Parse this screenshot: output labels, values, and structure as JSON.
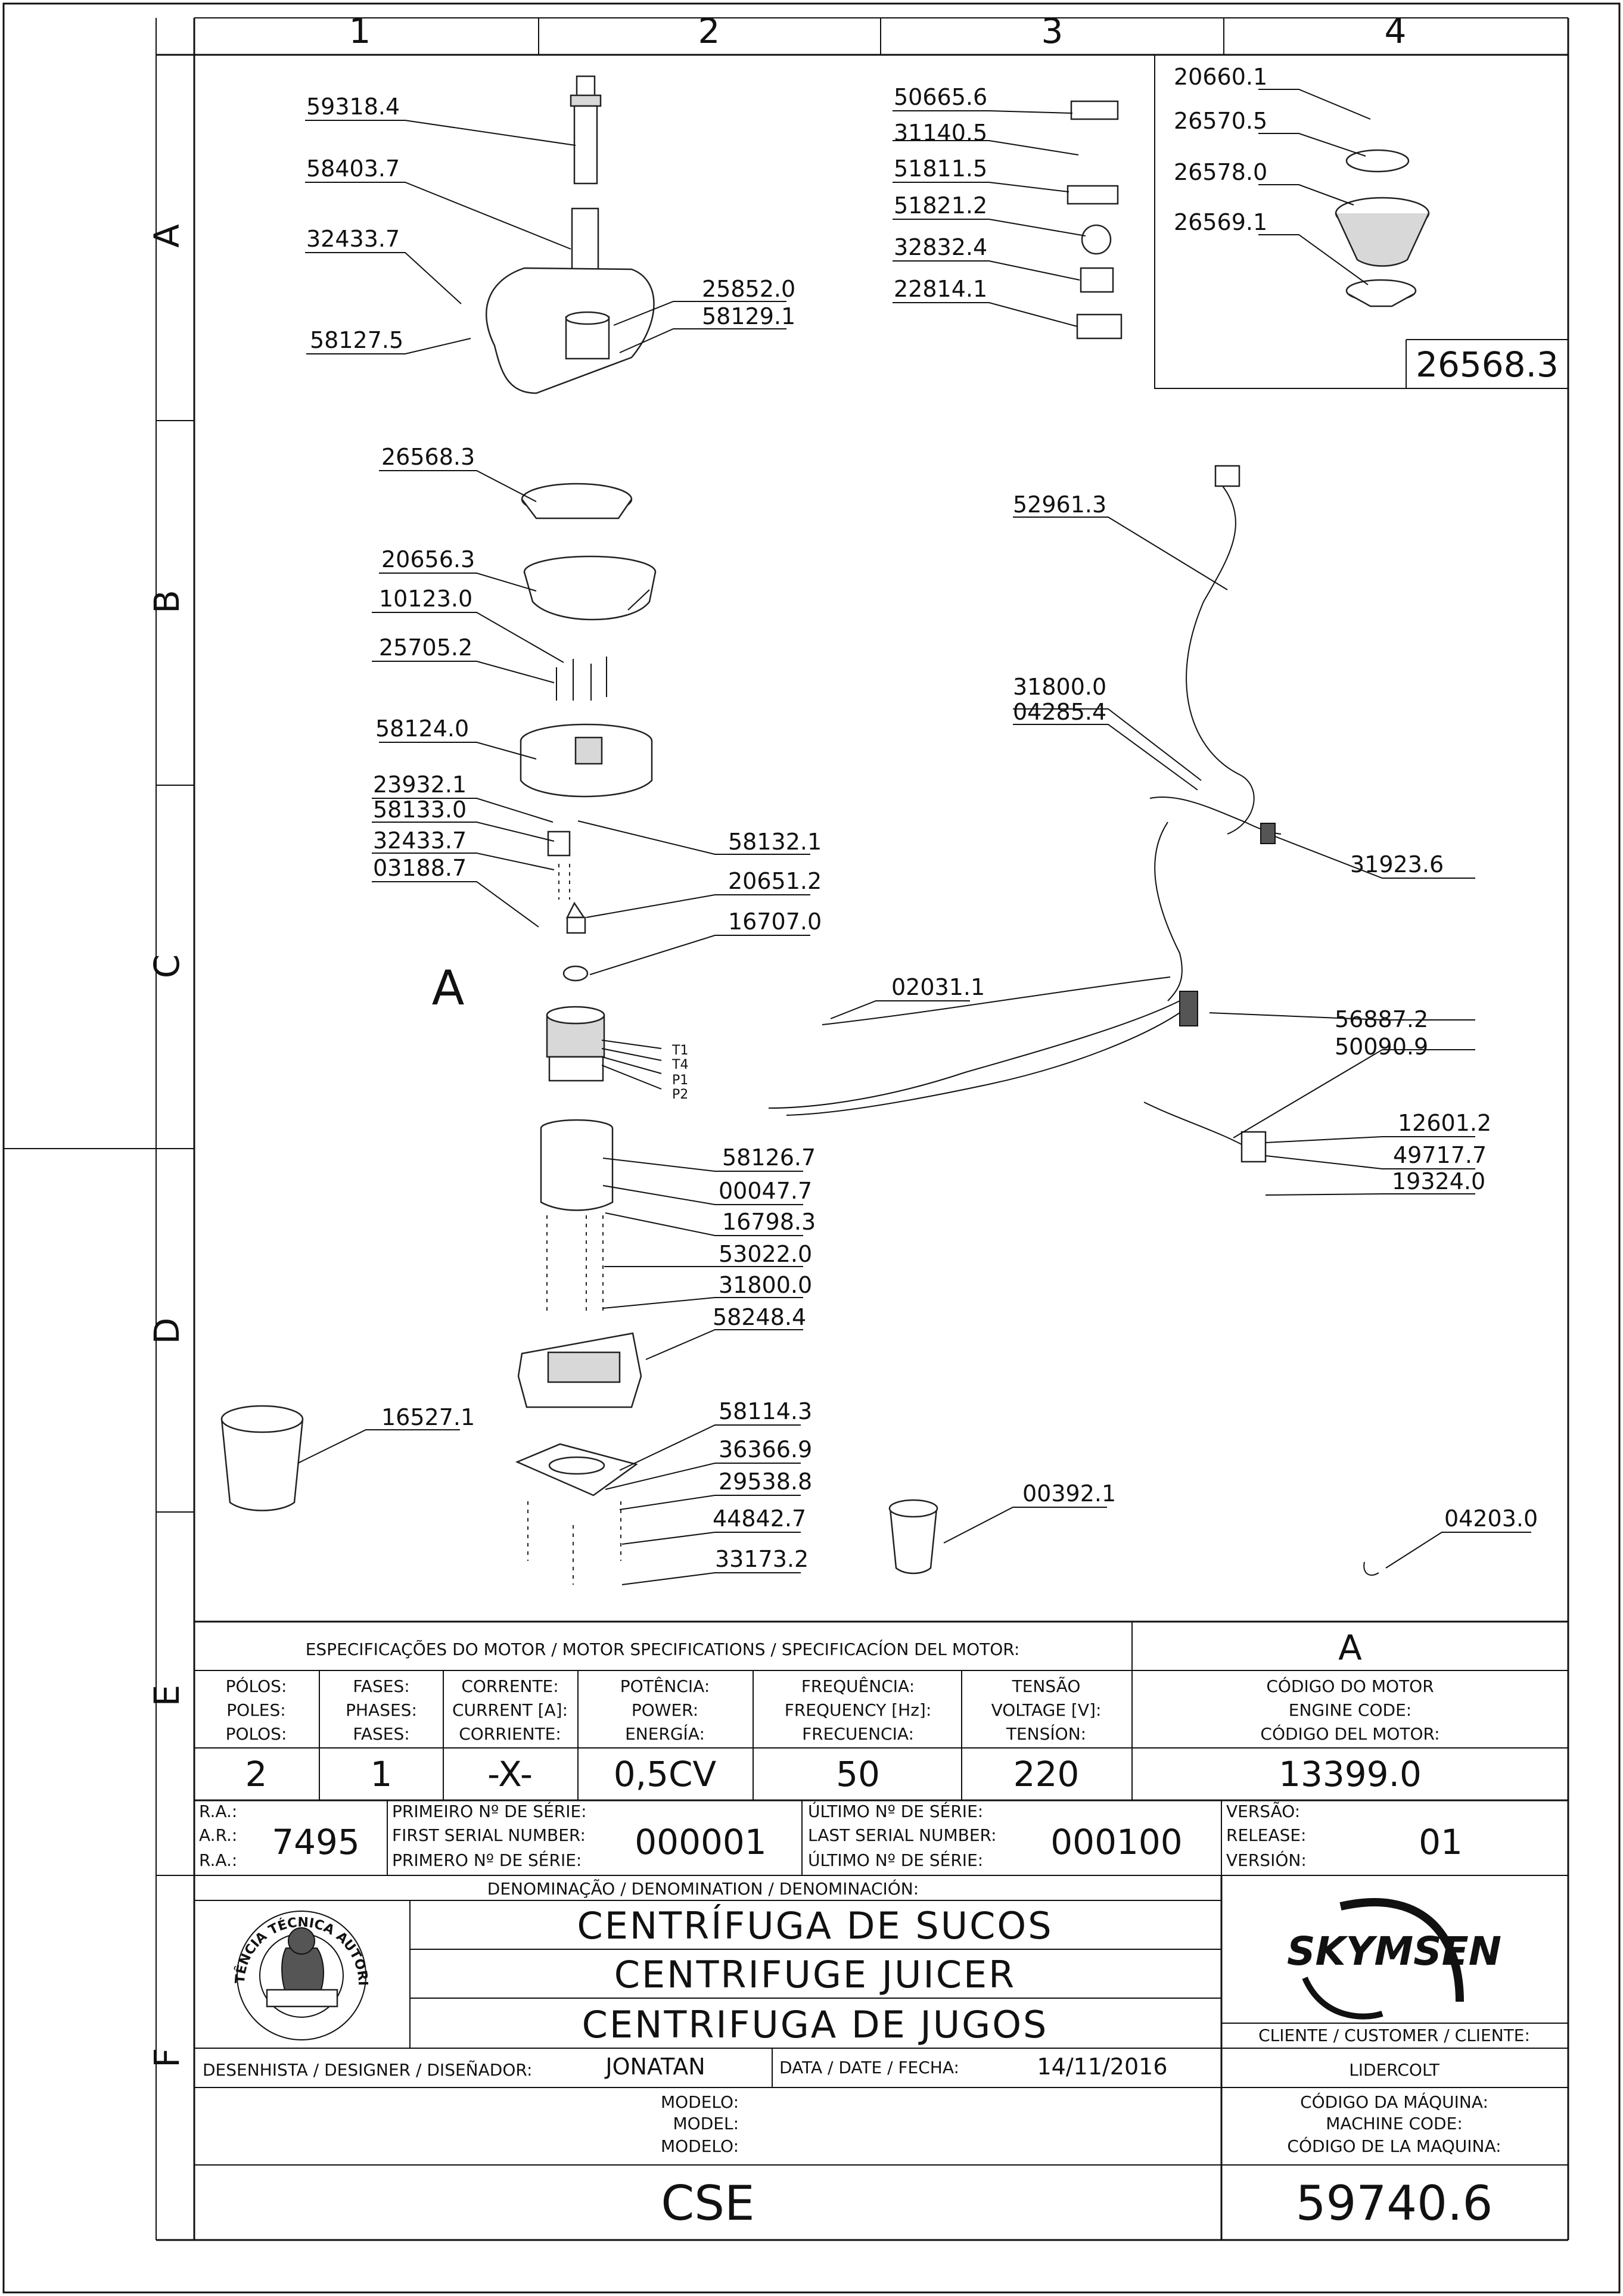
{
  "grid": {
    "columns": [
      "1",
      "2",
      "3",
      "4"
    ],
    "rows": [
      "A",
      "B",
      "C",
      "D",
      "E",
      "F"
    ]
  },
  "parts": [
    "59318.4",
    "58403.7",
    "32433.7",
    "58127.5",
    "25852.0",
    "58129.1",
    "26568.3",
    "20656.3",
    "10123.0",
    "25705.2",
    "58124.0",
    "23932.1",
    "58133.0",
    "32433.7",
    "03188.7",
    "58132.1",
    "20651.2",
    "16707.0",
    "58126.7",
    "00047.7",
    "16798.3",
    "53022.0",
    "31800.0",
    "58248.4",
    "16527.1",
    "58114.3",
    "36366.9",
    "29538.8",
    "44842.7",
    "33173.2",
    "00392.1",
    "04203.0",
    "50665.6",
    "31140.5",
    "51811.5",
    "51821.2",
    "32832.4",
    "22814.1",
    "52961.3",
    "31800.0",
    "04285.4",
    "31923.6",
    "02031.1",
    "56887.2",
    "50090.9",
    "12601.2",
    "49717.7",
    "19324.0",
    "20660.1",
    "26570.5",
    "26578.0",
    "26569.1"
  ],
  "detail": {
    "assembly_code": "26568.3",
    "callout_letter": "A"
  },
  "wires": [
    "T1",
    "T4",
    "P1",
    "P2"
  ],
  "motor_spec": {
    "title": "ESPECIFICAÇÕES DO MOTOR / MOTOR SPECIFICATIONS / SPECIFICACÍON DEL MOTOR:",
    "ref": "A",
    "columns": [
      {
        "pt": "PÓLOS:",
        "en": "POLES:",
        "es": "POLOS:",
        "value": "2"
      },
      {
        "pt": "FASES:",
        "en": "PHASES:",
        "es": "FASES:",
        "value": "1"
      },
      {
        "pt": "CORRENTE:",
        "en": "CURRENT [A]:",
        "es": "CORRIENTE:",
        "value": "-X-"
      },
      {
        "pt": "POTÊNCIA:",
        "en": "POWER:",
        "es": "ENERGÍA:",
        "value": "0,5CV"
      },
      {
        "pt": "FREQUÊNCIA:",
        "en": "FREQUENCY [Hz]:",
        "es": "FRECUENCIA:",
        "value": "50"
      },
      {
        "pt": "TENSÃO",
        "en": "VOLTAGE [V]:",
        "es": "TENSÍON:",
        "value": "220"
      }
    ],
    "engine": {
      "pt": "CÓDIGO DO MOTOR",
      "en": "ENGINE CODE:",
      "es": "CÓDIGO DEL MOTOR:",
      "value": "13399.0"
    }
  },
  "serial": {
    "ra_labels": [
      "R.A.:",
      "A.R.:",
      "R.A.:"
    ],
    "ra_value": "7495",
    "first_labels": [
      "PRIMEIRO Nº DE SÉRIE:",
      "FIRST SERIAL NUMBER:",
      "PRIMERO Nº DE SÉRIE:"
    ],
    "first_value": "000001",
    "last_labels": [
      "ÚLTIMO Nº DE SÉRIE:",
      "LAST SERIAL NUMBER:",
      "ÚLTIMO Nº DE SÉRIE:"
    ],
    "last_value": "000100",
    "version_labels": [
      "VERSÃO:",
      "RELEASE:",
      "VERSIÓN:"
    ],
    "version_value": "01"
  },
  "title_block": {
    "denomination_label": "DENOMINAÇÃO / DENOMINATION / DENOMINACIÓN:",
    "names": [
      "CENTRÍFUGA DE SUCOS",
      "CENTRIFUGE JUICER",
      "CENTRIFUGA DE JUGOS"
    ],
    "brand": "SKYMSEN",
    "seal_text": "ASSISTÊNCIA TÉCNICA AUTORIZADA",
    "customer_label": "CLIENTE / CUSTOMER / CLIENTE:",
    "customer": "LIDERCOLT",
    "designer_label": "DESENHISTA / DESIGNER / DISEÑADOR:",
    "designer": "JONATAN",
    "date_label": "DATA / DATE / FECHA:",
    "date": "14/11/2016",
    "model_labels": [
      "MODELO:",
      "MODEL:",
      "MODELO:"
    ],
    "model": "CSE",
    "machine_labels": [
      "CÓDIGO DA MÁQUINA:",
      "MACHINE CODE:",
      "CÓDIGO DE LA MAQUINA:"
    ],
    "machine_code": "59740.6"
  }
}
